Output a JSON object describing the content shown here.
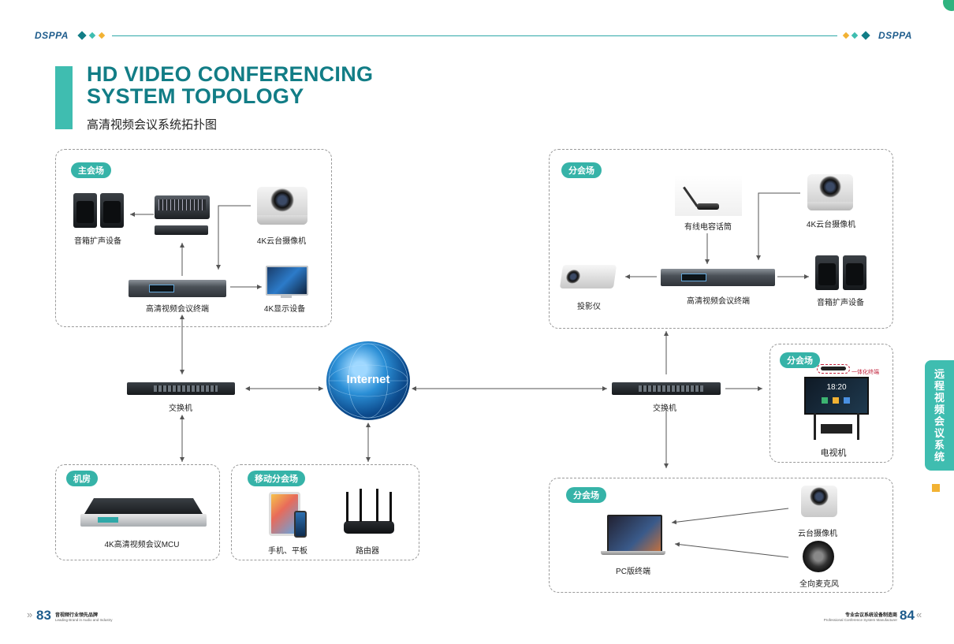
{
  "header": {
    "brand_left": "DSPPA",
    "brand_right": "DSPPA",
    "title_line1": "HD VIDEO CONFERENCING",
    "title_line2": "SYSTEM TOPOLOGY",
    "subtitle": "高清视频会议系统拓扑图"
  },
  "zones": {
    "main": {
      "tag": "主会场",
      "speakers": "音箱扩声设备",
      "camera": "4K云台摄像机",
      "terminal": "高清视频会议终端",
      "display": "4K显示设备"
    },
    "branch1": {
      "tag": "分会场",
      "mic": "有线电容话筒",
      "camera": "4K云台摄像机",
      "projector": "投影仪",
      "terminal": "高清视频会议终端",
      "speakers": "音箱扩声设备"
    },
    "branch2": {
      "tag": "分会场",
      "badge": "一体化终端",
      "clock": "18:20",
      "tv": "电视机"
    },
    "branch3": {
      "tag": "分会场",
      "pc": "PC版终端",
      "camera": "云台摄像机",
      "mic": "全向麦克风"
    },
    "machine_room": {
      "tag": "机房",
      "mcu": "4K高清视频会议MCU"
    },
    "mobile": {
      "tag": "移动分会场",
      "phone": "手机、平板",
      "router": "路由器"
    }
  },
  "network": {
    "switch_left": "交换机",
    "switch_right": "交换机",
    "internet": "Internet"
  },
  "side_tab": [
    "远",
    "程",
    "视",
    "频",
    "会",
    "议",
    "系",
    "统"
  ],
  "footer": {
    "left_page": "83",
    "left_cn": "音视频行业领先品牌",
    "left_en": "Leading Brand in Audio and Industry",
    "right_page": "84",
    "right_cn": "专业会议系统设备制造商",
    "right_en": "Professional Conference System Manufacturer"
  }
}
